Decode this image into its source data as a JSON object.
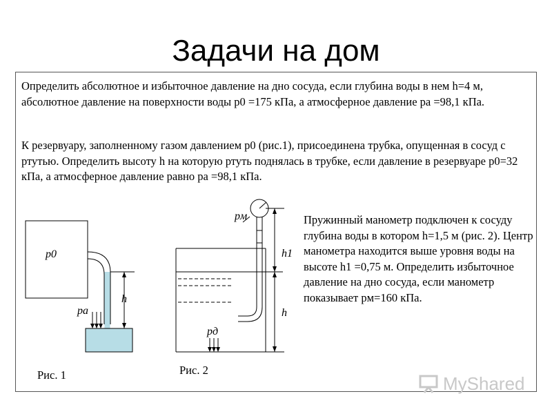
{
  "slide": {
    "title": "Задачи на дом",
    "problems": [
      "Определить абсолютное и избыточное давление на дно сосуда, если глубина воды в нем h=4 м, абсолютное давление на поверхности воды p0 =175 кПа, а атмосферное давление pa =98,1 кПа.",
      "К резервуару, заполненному газом давлением p0 (рис.1), присоединена трубка, опущенная в сосуд с ртутью. Определить высоту h на которую ртуть поднялась в трубке, если давление в резервуаре p0=32 кПа, а атмосферное давление равно pa =98,1 кПа.",
      "Пружинный манометр подключен к сосуду глубина воды в котором h=1,5 м (рис. 2). Центр манометра находится выше уровня воды на высоте h1 =0,75 м. Определить избыточное давление на дно сосуда, если манометр показывает pм=160 кПа."
    ]
  },
  "figure1": {
    "caption": "Рис. 1",
    "label_p0": "p0",
    "label_pa": "pa",
    "label_h": "h",
    "liquid_color": "#b7dde6"
  },
  "figure2": {
    "caption": "Рис. 2",
    "label_pm": "pм",
    "label_h1": "h1",
    "label_h": "h",
    "label_pd": "pд"
  },
  "watermark": {
    "text": "MyShared"
  }
}
